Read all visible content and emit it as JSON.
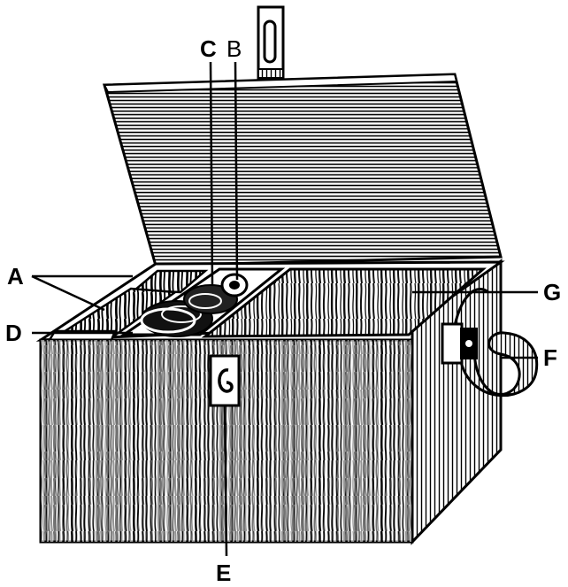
{
  "labels": {
    "A": "A",
    "B": "B",
    "C": "C",
    "D": "D",
    "E": "E",
    "F": "F",
    "G": "G"
  },
  "colors": {
    "ink": "#000000",
    "paper": "#ffffff",
    "wood_grain": "#1a1a1a"
  }
}
